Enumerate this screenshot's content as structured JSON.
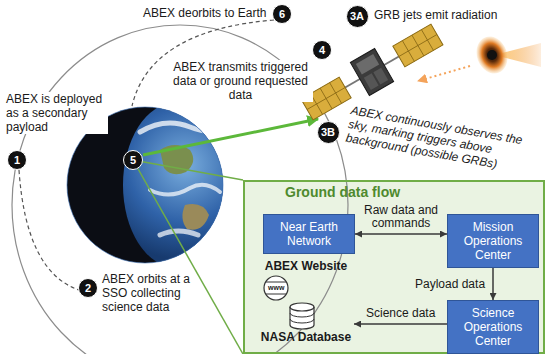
{
  "diagram": {
    "nodes": [
      {
        "text": [
          "6"
        ]
      },
      {
        "text": [
          "3A"
        ]
      },
      {
        "text": [
          "4"
        ]
      },
      {
        "text": [
          "3B"
        ]
      },
      {
        "text": [
          "1"
        ]
      },
      {
        "text": [
          "5"
        ]
      },
      {
        "text": [
          "2"
        ]
      },
      {
        "text": [
          "Ground data flow"
        ]
      },
      {
        "text": [
          "Near Earth Network"
        ],
        "in": 7
      },
      {
        "text": [
          "Mission Operations Center"
        ],
        "in": 7
      },
      {
        "text": [
          "ABEX Website"
        ],
        "in": 7
      },
      {
        "text": [
          "Science Operations Center"
        ],
        "in": 7
      },
      {
        "text": [
          "NASA Database"
        ],
        "in": 7
      }
    ],
    "edges": [
      {
        "from": 8,
        "to": 9,
        "arrow": "both",
        "label": "Raw data and commands"
      },
      {
        "from": 9,
        "to": 11,
        "arrow": "to",
        "label": "Payload data"
      },
      {
        "from": 11,
        "to": 12,
        "arrow": "to",
        "label": "Science data"
      }
    ],
    "labels": [
      "ABEX deorbits to Earth",
      "GRB jets emit radiation",
      "ABEX transmits triggered data or ground requested data",
      "ABEX continuously observes the sky, marking triggers above background (possible GRBs)",
      "ABEX is deployed as a secondary payload",
      "ABEX orbits at a SSO collecting science data",
      "www"
    ]
  }
}
